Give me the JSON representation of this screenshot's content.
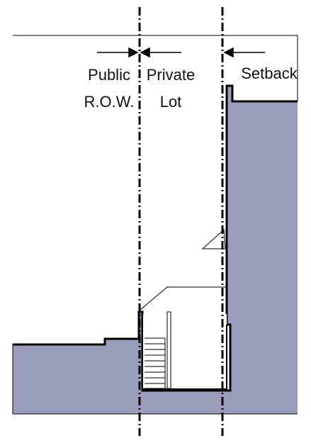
{
  "labels": {
    "public_line1": "Public",
    "public_line2": "R.O.W.",
    "private_line1": "Private",
    "private_line2": "Lot",
    "setback": "Setback"
  },
  "colors": {
    "ground": "#9a9cbb",
    "line": "#000000",
    "background": "#ffffff"
  }
}
